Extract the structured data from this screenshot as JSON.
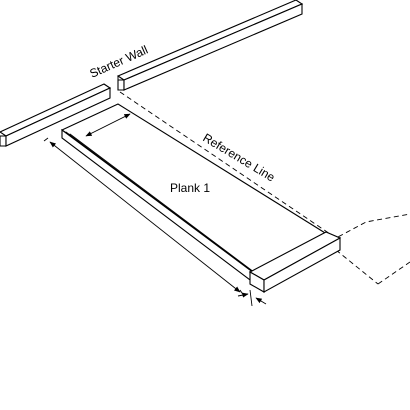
{
  "labels": {
    "starter_wall": "Starter Wall",
    "reference_line": "Reference Line",
    "plank": "Plank 1"
  },
  "colors": {
    "ink": "#000000",
    "background": "#ffffff"
  }
}
